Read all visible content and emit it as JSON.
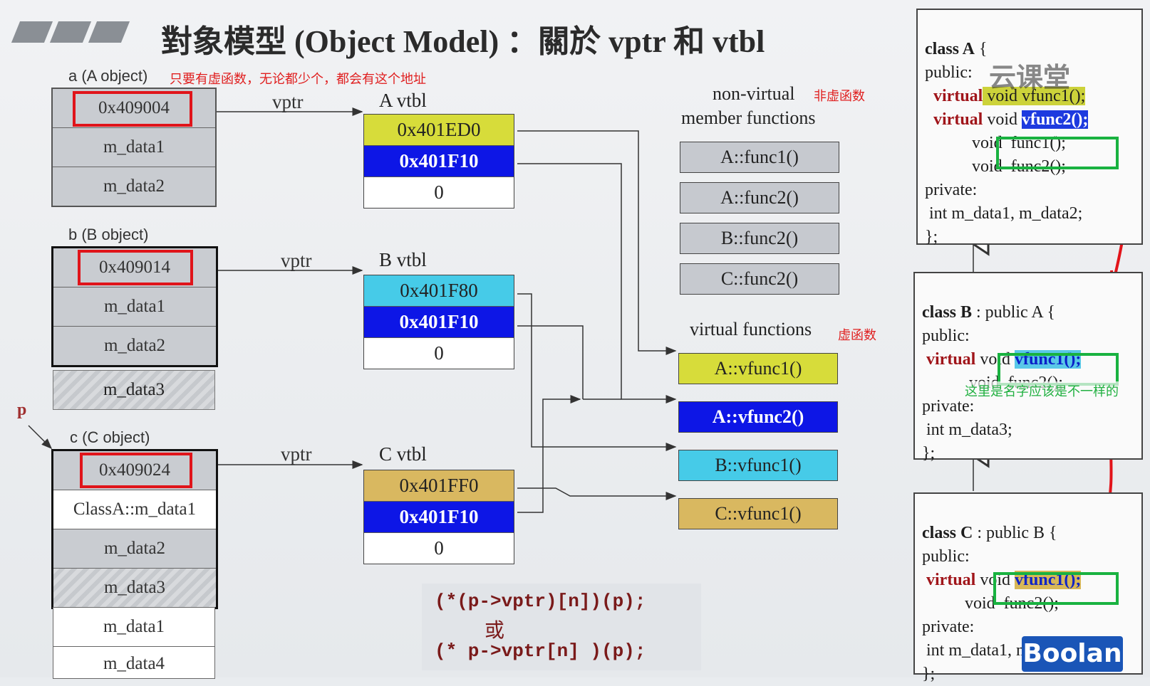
{
  "title": "對象模型 (Object Model) ：關於 vptr 和 vtbl",
  "objects": {
    "a": {
      "label": "a (A object)",
      "note": "只要有虚函数，无论都少个，都会有这个地址",
      "cells": [
        "0x409004",
        "m_data1",
        "m_data2"
      ]
    },
    "b": {
      "label": "b (B object)",
      "cells": [
        "0x409014",
        "m_data1",
        "m_data2",
        "m_data3"
      ]
    },
    "c": {
      "label": "c (C object)",
      "pointer": "p",
      "cells": [
        "0x409024",
        "ClassA::m_data1",
        "m_data2",
        "m_data3",
        "m_data1",
        "m_data4"
      ]
    }
  },
  "vptr_label": "vptr",
  "vtbls": {
    "a": {
      "label": "A vtbl",
      "rows": [
        "0x401ED0",
        "0x401F10",
        "0"
      ]
    },
    "b": {
      "label": "B vtbl",
      "rows": [
        "0x401F80",
        "0x401F10",
        "0"
      ]
    },
    "c": {
      "label": "C vtbl",
      "rows": [
        "0x401FF0",
        "0x401F10",
        "0"
      ]
    }
  },
  "nonvirtual": {
    "label_line1": "non-virtual",
    "label_line2": "member functions",
    "note": "非虚函数",
    "items": [
      "A::func1()",
      "A::func2()",
      "B::func2()",
      "C::func2()"
    ]
  },
  "virtual": {
    "label": "virtual functions",
    "note": "虚函数",
    "items": [
      "A::vfunc1()",
      "A::vfunc2()",
      "B::vfunc1()",
      "C::vfunc1()"
    ]
  },
  "call_code": {
    "line1": "(*(p->vptr)[n])(p);",
    "or": "或",
    "line2": "(* p->vptr[n] )(p);"
  },
  "class_a": {
    "head_kw": "class A",
    "head_rest": " {",
    "public": "public:",
    "l1_kw": "virtual",
    "l1_rest": " void vfunc1();",
    "l2_kw": "virtual",
    "l2_void": " void ",
    "l2_name": "vfunc2();",
    "l3": "void  func1();",
    "l4": "void  func2();",
    "private": "private:",
    "data": "int m_data1, m_data2;",
    "end": "};"
  },
  "class_b": {
    "head_kw": "class B",
    "head_rest": " : public A {",
    "public": "public:",
    "l1_kw": "virtual",
    "l1_void": " void ",
    "l1_name": "vfunc1();",
    "l2": "void  func2();",
    "private": "private:",
    "data": "int m_data3;",
    "end": "};"
  },
  "class_c": {
    "head_kw": "class C",
    "head_rest": " : public B {",
    "public": "public:",
    "l1_kw": "virtual",
    "l1_void": " void ",
    "l1_name": "vfunc1();",
    "l2": "void  func2();",
    "private": "private:",
    "data": "int m_data1, m_data4;",
    "end": "};"
  },
  "green_note": "这里是名字应该是不一样的",
  "watermark": "云课堂",
  "brand": "Boolan",
  "colors": {
    "red": "#e0141a",
    "green": "#19b240",
    "blue": "#0d16e6",
    "yellow": "#d7dc3a",
    "cyan": "#46cbe8",
    "tan": "#d9b860"
  }
}
